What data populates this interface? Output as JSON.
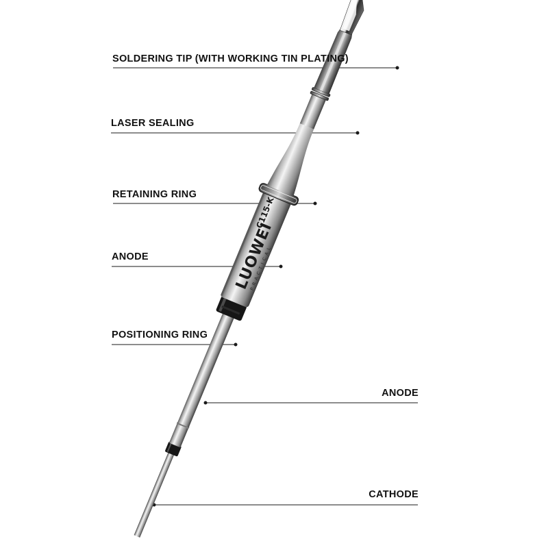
{
  "callouts": {
    "soldering_tip": "SOLDERING TIP (WITH WORKING TIN PLATING)",
    "laser_sealing": "LASER SEALING",
    "retaining_ring": "RETAINING RING",
    "anode_upper": "ANODE",
    "positioning_ring": "POSITIONING RING",
    "anode_lower": "ANODE",
    "cathode": "CATHODE"
  },
  "product_marking": {
    "brand": "LUOWEI",
    "model": "C115-K",
    "sub": "PRACTICAL"
  },
  "colors": {
    "label_text": "#111111",
    "leader_line": "#1a1a1a",
    "metal_light": "#f1f1f1",
    "metal_dark": "#3c3c3c",
    "ring_black": "#161616"
  }
}
